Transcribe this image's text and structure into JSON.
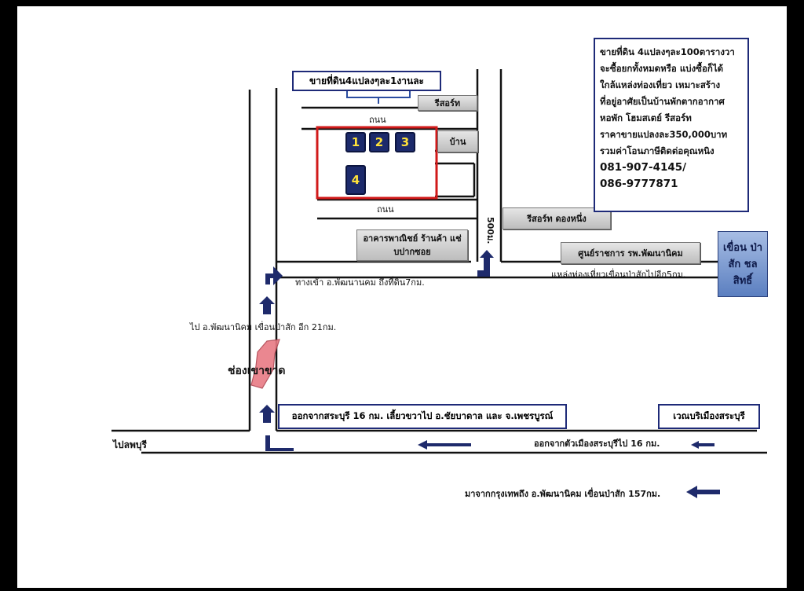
{
  "header_box": "ขายที่ดิน4แปลงๆละ1งานละ",
  "info": {
    "line1": "ขายที่ดิน 4แปลงๆละ100ตารางวา",
    "line2": "จะซื้อยกทั้งหมดหรือ แบ่งซื้อก็ได้",
    "line3": "ใกล้แหล่งท่องเที่ยว เหมาะสร้าง",
    "line4": "ที่อยู่อาศัยเป็นบ้านพักตากอากาศ",
    "line5": "หอพัก โฮมสเตย์ รีสอร์ท",
    "line6": "ราคาขายแปลงละ350,000บาท",
    "line7": "รวมค่าโอนภาษีติดต่อคุณหนิง",
    "phone1": "081-907-4145/",
    "phone2": "086-9777871"
  },
  "plots": [
    "1",
    "2",
    "3",
    "4"
  ],
  "labels": {
    "resort_top": "รีสอร์ท",
    "road_top": "ถนน",
    "house": "บ้าน",
    "road_mid": "ถนน",
    "resort_dongnueng": "รีสอร์ท ดองหนึ่ง",
    "distance_500": "500ม.",
    "commercial": "อาคารพาณิชย์ ร้านค้า แช่บปากซอย",
    "gov_center": "ศูนย์ราชการ รพ.พัฒนานิคม",
    "dam": "เขื่อน ป่าสัก ชลสิทธิ์",
    "tourist_dam": "แหล่งท่องเที่ยวเขื่อนป่าสักไปอีก5กม.",
    "entrance": "ทางเข้า อ.พัฒนานคม ถึงที่ดิน7กม.",
    "to_district": "ไป อ.พัฒนานิคม เขื่อนป่าสัก อีก 21กม.",
    "pass_name": "ช่องเขาขาด",
    "from_saraburi": "ออกจากสระบุรี 16 กม. เลี้ยวขวาไป อ.ชัยบาดาล และ จ.เพชรบูรณ์",
    "saraburi_area": "เวณบริเมืองสระบุรี",
    "to_lopburi": "ไปลพบุรี",
    "from_city": "ออกจากตัวเมืองสระบุรีไป 16 กม.",
    "from_bangkok": "มาจากกรุงเทพถึง อ.พัฒนานิคม เขื่อนป่าสัก 157กม."
  },
  "colors": {
    "road": "#111111",
    "plot_fill": "#1c2a6b",
    "plot_digit": "#ffe23a",
    "parcel_outline": "#d11a1a",
    "arrow": "#1e2a6b",
    "pass_marker": "#e87b84"
  }
}
